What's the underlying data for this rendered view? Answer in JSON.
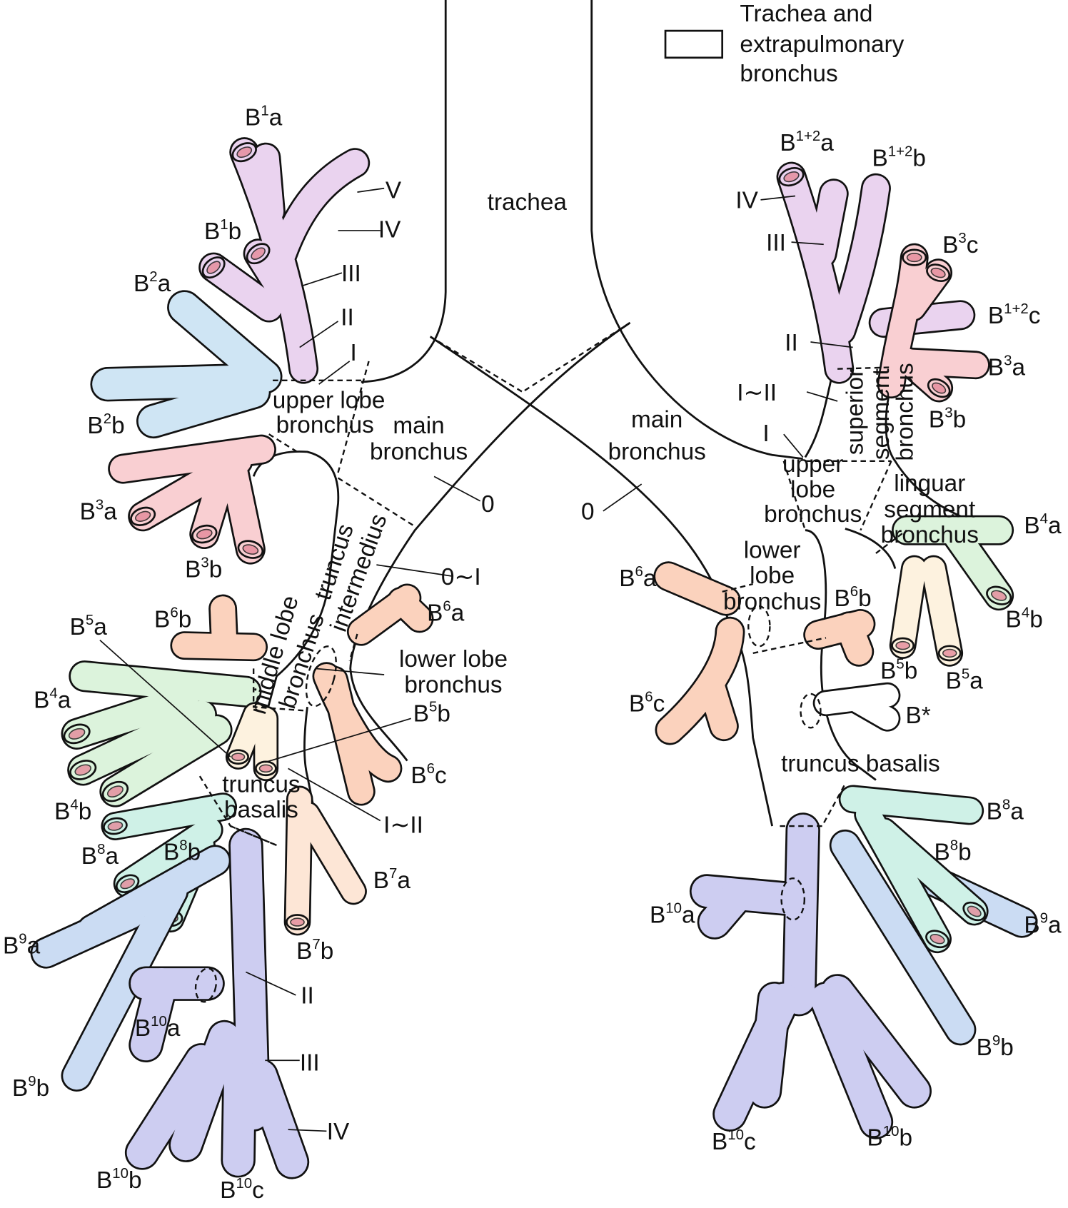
{
  "legend": {
    "swatch_meaning_lines": [
      "Trachea and",
      "extrapulmonary",
      "bronchus"
    ],
    "swatch_color": "#ffffff"
  },
  "colors": {
    "upper_lobe": "#ead3ef",
    "b2": "#cfe5f4",
    "b3": "#f9cfd2",
    "b6": "#fbd2bd",
    "b4": "#dcf3dc",
    "b5": "#fdf2df",
    "b7": "#fde6d6",
    "b8": "#cff1e7",
    "b9": "#cbdcf3",
    "b10": "#cdcdf1",
    "outline": "#111111"
  },
  "left_labels": [
    {
      "id": "l-b1a",
      "text": "B",
      "sup": "1",
      "tail": "a"
    },
    {
      "id": "l-v",
      "text": "V"
    },
    {
      "id": "l-iv-upper",
      "text": "IV"
    },
    {
      "id": "l-iii-upper",
      "text": "III"
    },
    {
      "id": "l-ii-upper",
      "text": "II"
    },
    {
      "id": "l-i-upper",
      "text": "I"
    },
    {
      "id": "l-b1b",
      "text": "B",
      "sup": "1",
      "tail": "b"
    },
    {
      "id": "l-b2a",
      "text": "B",
      "sup": "2",
      "tail": "a"
    },
    {
      "id": "l-b2b",
      "text": "B",
      "sup": "2",
      "tail": "b"
    },
    {
      "id": "l-upper-lobe-1",
      "text": "upper lobe"
    },
    {
      "id": "l-upper-lobe-2",
      "text": "bronchus"
    },
    {
      "id": "l-main-1",
      "text": "main"
    },
    {
      "id": "l-main-2",
      "text": "bronchus"
    },
    {
      "id": "l-zero",
      "text": "0"
    },
    {
      "id": "l-b3a",
      "text": "B",
      "sup": "3",
      "tail": "a"
    },
    {
      "id": "l-b3b",
      "text": "B",
      "sup": "3",
      "tail": "b"
    },
    {
      "id": "l-zero-i",
      "text": "0∼I"
    },
    {
      "id": "l-b6b",
      "text": "B",
      "sup": "6",
      "tail": "b"
    },
    {
      "id": "l-b6a",
      "text": "B",
      "sup": "6",
      "tail": "a"
    },
    {
      "id": "l-b5a",
      "text": "B",
      "sup": "5",
      "tail": "a"
    },
    {
      "id": "l-lower-lobe-1",
      "text": "lower lobe"
    },
    {
      "id": "l-lower-lobe-2",
      "text": "bronchus"
    },
    {
      "id": "l-b4a",
      "text": "B",
      "sup": "4",
      "tail": "a"
    },
    {
      "id": "l-b5b",
      "text": "B",
      "sup": "5",
      "tail": "b"
    },
    {
      "id": "l-b6c",
      "text": "B",
      "sup": "6",
      "tail": "c"
    },
    {
      "id": "l-truncus-basalis-1",
      "text": "truncus"
    },
    {
      "id": "l-truncus-basalis-2",
      "text": "basalis"
    },
    {
      "id": "l-i-ii",
      "text": "I∼II"
    },
    {
      "id": "l-b4b",
      "text": "B",
      "sup": "4",
      "tail": "b"
    },
    {
      "id": "l-b8a",
      "text": "B",
      "sup": "8",
      "tail": "a"
    },
    {
      "id": "l-b8b",
      "text": "B",
      "sup": "8",
      "tail": "b"
    },
    {
      "id": "l-b7a",
      "text": "B",
      "sup": "7",
      "tail": "a"
    },
    {
      "id": "l-b9a",
      "text": "B",
      "sup": "9",
      "tail": "a"
    },
    {
      "id": "l-b7b",
      "text": "B",
      "sup": "7",
      "tail": "b"
    },
    {
      "id": "l-ii-lower",
      "text": "II"
    },
    {
      "id": "l-b10a",
      "text": "B",
      "sup": "10",
      "tail": "a"
    },
    {
      "id": "l-iii-lower",
      "text": "III"
    },
    {
      "id": "l-b9b",
      "text": "B",
      "sup": "9",
      "tail": "b"
    },
    {
      "id": "l-iv-lower",
      "text": "IV"
    },
    {
      "id": "l-b10b",
      "text": "B",
      "sup": "10",
      "tail": "b"
    },
    {
      "id": "l-b10c",
      "text": "B",
      "sup": "10",
      "tail": "c"
    },
    {
      "id": "l-middle-lobe-1",
      "text": "middle lobe"
    },
    {
      "id": "l-middle-lobe-2",
      "text": "bronchus"
    },
    {
      "id": "l-intermedius-1",
      "text": "truncus"
    },
    {
      "id": "l-intermedius-2",
      "text": "intermedius"
    }
  ],
  "right_labels": [
    {
      "id": "r-trachea",
      "text": "trachea"
    },
    {
      "id": "r-main-1",
      "text": "main"
    },
    {
      "id": "r-main-2",
      "text": "bronchus"
    },
    {
      "id": "r-zero",
      "text": "0"
    },
    {
      "id": "r-b12a",
      "text": "B",
      "sup": "1+2",
      "tail": "a"
    },
    {
      "id": "r-b12b",
      "text": "B",
      "sup": "1+2",
      "tail": "b"
    },
    {
      "id": "r-iv",
      "text": "IV"
    },
    {
      "id": "r-iii",
      "text": "III"
    },
    {
      "id": "r-b3c",
      "text": "B",
      "sup": "3",
      "tail": "c"
    },
    {
      "id": "r-b12c",
      "text": "B",
      "sup": "1+2",
      "tail": "c"
    },
    {
      "id": "r-ii",
      "text": "II"
    },
    {
      "id": "r-b3a",
      "text": "B",
      "sup": "3",
      "tail": "a"
    },
    {
      "id": "r-i-ii",
      "text": "I∼II"
    },
    {
      "id": "r-b3b",
      "text": "B",
      "sup": "3",
      "tail": "b"
    },
    {
      "id": "r-i",
      "text": "I"
    },
    {
      "id": "r-upper-1",
      "text": "upper"
    },
    {
      "id": "r-upper-2",
      "text": "lobe"
    },
    {
      "id": "r-upper-3",
      "text": "bronchus"
    },
    {
      "id": "r-ling-1",
      "text": "linguar"
    },
    {
      "id": "r-ling-2",
      "text": "segment"
    },
    {
      "id": "r-ling-3",
      "text": "bronchus"
    },
    {
      "id": "r-b4a",
      "text": "B",
      "sup": "4",
      "tail": "a"
    },
    {
      "id": "r-lower-1",
      "text": "lower"
    },
    {
      "id": "r-lower-2",
      "text": "lobe"
    },
    {
      "id": "r-lower-3",
      "text": "bronchus"
    },
    {
      "id": "r-b6a",
      "text": "B",
      "sup": "6",
      "tail": "a"
    },
    {
      "id": "r-b6b",
      "text": "B",
      "sup": "6",
      "tail": "b"
    },
    {
      "id": "r-b4b",
      "text": "B",
      "sup": "4",
      "tail": "b"
    },
    {
      "id": "r-b5b",
      "text": "B",
      "sup": "5",
      "tail": "b"
    },
    {
      "id": "r-b5a",
      "text": "B",
      "sup": "5",
      "tail": "a"
    },
    {
      "id": "r-b6c",
      "text": "B",
      "sup": "6",
      "tail": "c"
    },
    {
      "id": "r-bstar",
      "text": "B*"
    },
    {
      "id": "r-truncus-basalis",
      "text": "truncus basalis"
    },
    {
      "id": "r-b8a",
      "text": "B",
      "sup": "8",
      "tail": "a"
    },
    {
      "id": "r-b8b",
      "text": "B",
      "sup": "8",
      "tail": "b"
    },
    {
      "id": "r-b10a",
      "text": "B",
      "sup": "10",
      "tail": "a"
    },
    {
      "id": "r-b9a",
      "text": "B",
      "sup": "9",
      "tail": "a"
    },
    {
      "id": "r-b9b",
      "text": "B",
      "sup": "9",
      "tail": "b"
    },
    {
      "id": "r-b10c",
      "text": "B",
      "sup": "10",
      "tail": "c"
    },
    {
      "id": "r-b10b",
      "text": "B",
      "sup": "10",
      "tail": "b"
    },
    {
      "id": "r-superior-1",
      "text": "superior"
    },
    {
      "id": "r-superior-2",
      "text": "segment"
    },
    {
      "id": "r-superior-3",
      "text": "bronchus"
    }
  ]
}
